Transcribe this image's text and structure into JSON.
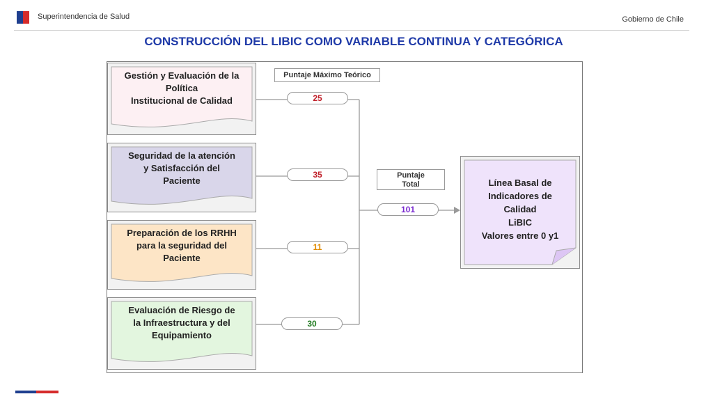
{
  "header": {
    "org": "Superintendencia de Salud",
    "gov": "Gobierno de Chile"
  },
  "title": "CONSTRUCCIÓN DEL LIBIC COMO VARIABLE CONTINUA Y CATEGÓRICA",
  "labels": {
    "max_theoretical": "Puntaje Máximo Teórico",
    "total_line1": "Puntaje",
    "total_line2": "Total"
  },
  "components": [
    {
      "name": "Gestión y Evaluación de la Política Institucional de Calidad",
      "lines": [
        "Gestión y Evaluación de la",
        "Política",
        "Institucional de Calidad"
      ],
      "score": "25",
      "color": "#fdf0f3",
      "score_color": "#c0202a"
    },
    {
      "name": "Seguridad de la atención y Satisfacción del Paciente",
      "lines": [
        "Seguridad de la atención",
        "y Satisfacción del",
        "Paciente"
      ],
      "score": "35",
      "color": "#d9d6ea",
      "score_color": "#c0202a"
    },
    {
      "name": "Preparación de los RRHH para la seguridad del Paciente",
      "lines": [
        "Preparación de los RRHH",
        "para la seguridad del",
        "Paciente"
      ],
      "score": "11",
      "color": "#fde5c6",
      "score_color": "#e08a00"
    },
    {
      "name": "Evaluación de Riesgo de la Infraestructura y del Equipamiento",
      "lines": [
        "Evaluación de Riesgo de",
        "la Infraestructura y del",
        "Equipamiento"
      ],
      "score": "30",
      "color": "#e3f6df",
      "score_color": "#1f7a1f"
    }
  ],
  "total": {
    "value": "101",
    "color": "#7a2ad0"
  },
  "result": {
    "lines": [
      "Línea Basal de",
      "Indicadores  de",
      "Calidad",
      "LiBIC",
      "Valores  entre 0 y1"
    ],
    "color": "#efe3fb"
  },
  "colors": {
    "title": "#1f3aa8",
    "flag_blue": "#1f3f8f",
    "flag_red": "#d52b2b"
  }
}
